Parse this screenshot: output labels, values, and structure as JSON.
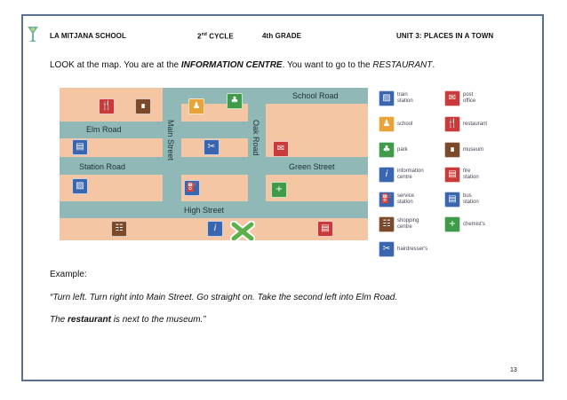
{
  "header": {
    "school": "LA MITJANA SCHOOL",
    "cycle_num": "2",
    "cycle_sup": "nd",
    "cycle_word": "CYCLE",
    "grade": "4th GRADE",
    "unit": "UNIT 3: PLACES IN A TOWN"
  },
  "instruction": {
    "part1": "LOOK at the map. You are at the ",
    "place1": "INFORMATION CENTRE",
    "part2": ". You want to go to the ",
    "place2": "RESTAURANT",
    "part3": "."
  },
  "map": {
    "roads": {
      "school_road": "School Road",
      "elm_road": "Elm Road",
      "station_road": "Station Road",
      "green_street": "Green Street",
      "high_street": "High Street",
      "main_street": "Main Street",
      "oak_road": "Oak Road"
    }
  },
  "legend": {
    "train": "train\nstation",
    "post": "post\noffice",
    "school": "school",
    "restaurant": "restaurant",
    "park": "park",
    "museum": "museum",
    "info": "information\ncentre",
    "fire": "fire\nstation",
    "service": "service\nstation",
    "bus": "bus\nstation",
    "shopping": "shopping\ncentre",
    "chemist": "chemist's",
    "hairdresser": "hairdresser's"
  },
  "example": {
    "label": "Example:",
    "line1": "“Turn left. Turn right into Main Street.  Go straight on. Take the second left into Elm Road.",
    "line2_pre": "The ",
    "line2_bold": "restaurant",
    "line2_post": " is next to the museum.”"
  },
  "page_number": "13",
  "colors": {
    "map_bg": "#f4c6a3",
    "road": "#8fb8b7",
    "blue_icon": "#3a66b0",
    "red_icon": "#c93a3a",
    "green_icon": "#3f9b4a",
    "orange_icon": "#e8a43a",
    "brown_icon": "#7a4a2a",
    "marker": "#5db04a"
  }
}
